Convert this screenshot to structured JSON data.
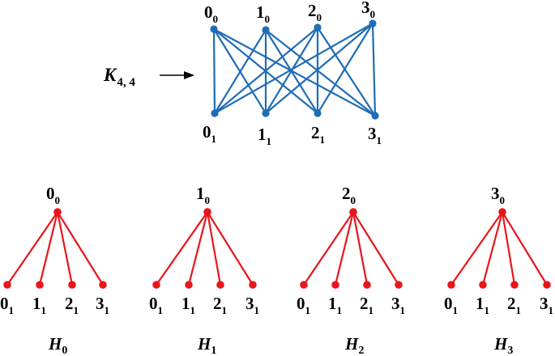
{
  "colors": {
    "k44": "#1f6db5",
    "star": "#e8161b",
    "arrow": "#000000"
  },
  "k44": {
    "name": "K",
    "subscript": "4, 4",
    "top": [
      {
        "n": "0",
        "s": "0"
      },
      {
        "n": "1",
        "s": "0"
      },
      {
        "n": "2",
        "s": "0"
      },
      {
        "n": "3",
        "s": "0"
      }
    ],
    "bottom": [
      {
        "n": "0",
        "s": "1"
      },
      {
        "n": "1",
        "s": "1"
      },
      {
        "n": "2",
        "s": "1"
      },
      {
        "n": "3",
        "s": "1"
      }
    ]
  },
  "stars": [
    {
      "name": "H",
      "sub": "0",
      "center": {
        "n": "0",
        "s": "0"
      },
      "leaves": [
        {
          "n": "0",
          "s": "1"
        },
        {
          "n": "1",
          "s": "1"
        },
        {
          "n": "2",
          "s": "1"
        },
        {
          "n": "3",
          "s": "1"
        }
      ]
    },
    {
      "name": "H",
      "sub": "1",
      "center": {
        "n": "1",
        "s": "0"
      },
      "leaves": [
        {
          "n": "0",
          "s": "1"
        },
        {
          "n": "1",
          "s": "1"
        },
        {
          "n": "2",
          "s": "1"
        },
        {
          "n": "3",
          "s": "1"
        }
      ]
    },
    {
      "name": "H",
      "sub": "2",
      "center": {
        "n": "2",
        "s": "0"
      },
      "leaves": [
        {
          "n": "0",
          "s": "1"
        },
        {
          "n": "1",
          "s": "1"
        },
        {
          "n": "2",
          "s": "1"
        },
        {
          "n": "3",
          "s": "1"
        }
      ]
    },
    {
      "name": "H",
      "sub": "3",
      "center": {
        "n": "3",
        "s": "0"
      },
      "leaves": [
        {
          "n": "0",
          "s": "1"
        },
        {
          "n": "1",
          "s": "1"
        },
        {
          "n": "2",
          "s": "1"
        },
        {
          "n": "3",
          "s": "1"
        }
      ]
    }
  ]
}
